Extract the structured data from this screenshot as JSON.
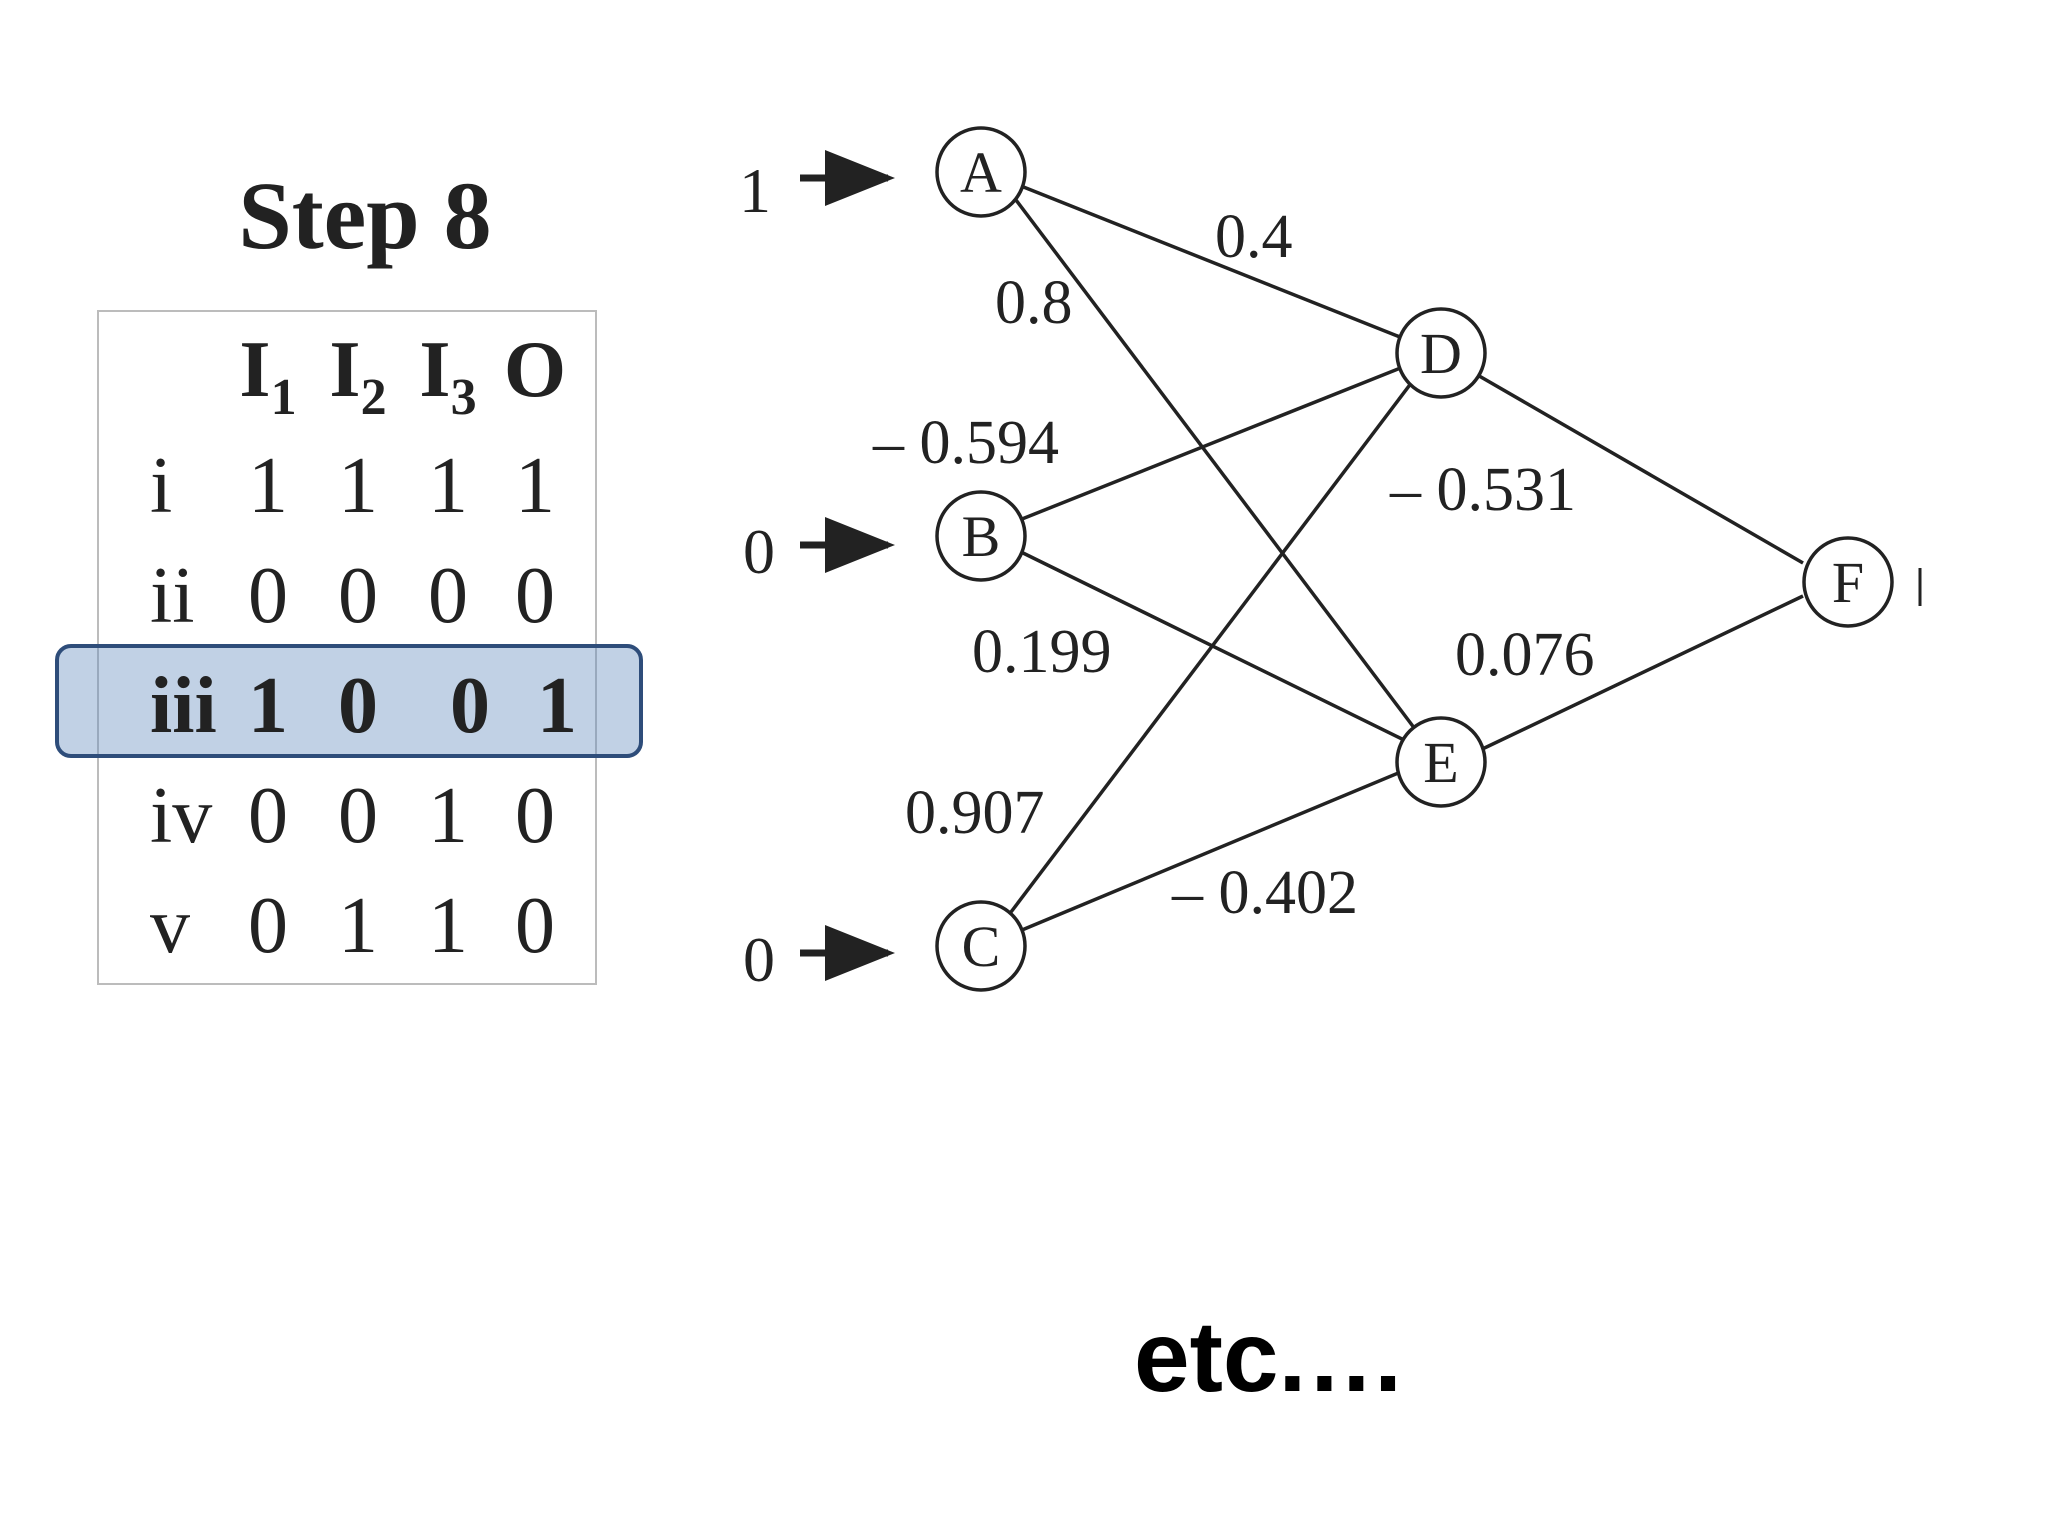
{
  "title": "Step 8",
  "table": {
    "headers": [
      {
        "main": "I",
        "sub": "1"
      },
      {
        "main": "I",
        "sub": "2"
      },
      {
        "main": "I",
        "sub": "3"
      },
      {
        "main": "O",
        "sub": ""
      }
    ],
    "rows": [
      {
        "label": "i",
        "values": [
          "1",
          "1",
          "1",
          "1"
        ]
      },
      {
        "label": "ii",
        "values": [
          "0",
          "0",
          "0",
          "0"
        ]
      },
      {
        "label": "iii",
        "values": [
          "1",
          "0",
          "0",
          "1"
        ],
        "highlighted": true
      },
      {
        "label": "iv",
        "values": [
          "0",
          "0",
          "1",
          "0"
        ]
      },
      {
        "label": "v",
        "values": [
          "0",
          "1",
          "1",
          "0"
        ]
      }
    ]
  },
  "network": {
    "inputs": {
      "A": "1",
      "B": "0",
      "C": "0"
    },
    "nodes": {
      "A": "A",
      "B": "B",
      "C": "C",
      "D": "D",
      "E": "E",
      "F": "F"
    },
    "weights": {
      "AD": "0.4",
      "AE": "0.8",
      "BD": "– 0.594",
      "BE": "0.199",
      "CD": "0.907",
      "CE": "– 0.402",
      "DF": "– 0.531",
      "EF": "0.076"
    }
  },
  "footer": "etc.…"
}
